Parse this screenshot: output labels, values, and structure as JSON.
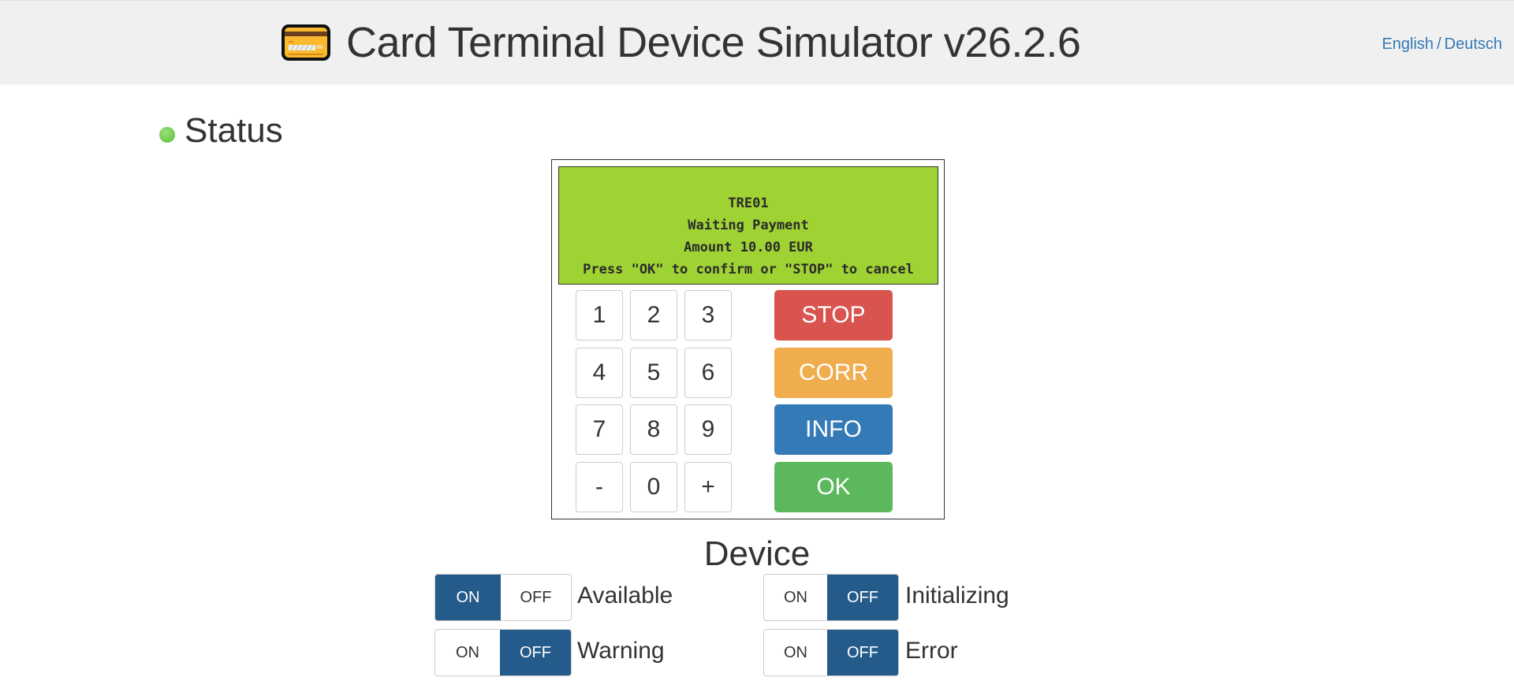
{
  "header": {
    "title": "Card Terminal Device Simulator v26.2.6",
    "icon": "credit-card-icon",
    "languages": {
      "english": "English",
      "separator": "/",
      "deutsch": "Deutsch"
    }
  },
  "status": {
    "title": "Status",
    "indicator_color": "#6cc84b"
  },
  "terminal": {
    "display": {
      "line1": "TRE01",
      "line2": "Waiting Payment",
      "line3": "Amount 10.00 EUR",
      "line4": "Press \"OK\" to confirm or \"STOP\" to cancel",
      "background": "#9fd233"
    },
    "keypad": [
      "1",
      "2",
      "3",
      "4",
      "5",
      "6",
      "7",
      "8",
      "9",
      "-",
      "0",
      "+"
    ],
    "function_keys": {
      "stop": {
        "label": "STOP",
        "color": "#d9534f"
      },
      "corr": {
        "label": "CORR",
        "color": "#f0ad4e"
      },
      "info": {
        "label": "INFO",
        "color": "#337ab7"
      },
      "ok": {
        "label": "OK",
        "color": "#5cb85c"
      }
    }
  },
  "device": {
    "title": "Device",
    "toggles": [
      {
        "label": "Available",
        "on": "ON",
        "off": "OFF",
        "state": "ON"
      },
      {
        "label": "Initializing",
        "on": "ON",
        "off": "OFF",
        "state": "OFF"
      },
      {
        "label": "Warning",
        "on": "ON",
        "off": "OFF",
        "state": "OFF"
      },
      {
        "label": "Error",
        "on": "ON",
        "off": "OFF",
        "state": "OFF"
      }
    ],
    "active_color": "#255b8a"
  }
}
